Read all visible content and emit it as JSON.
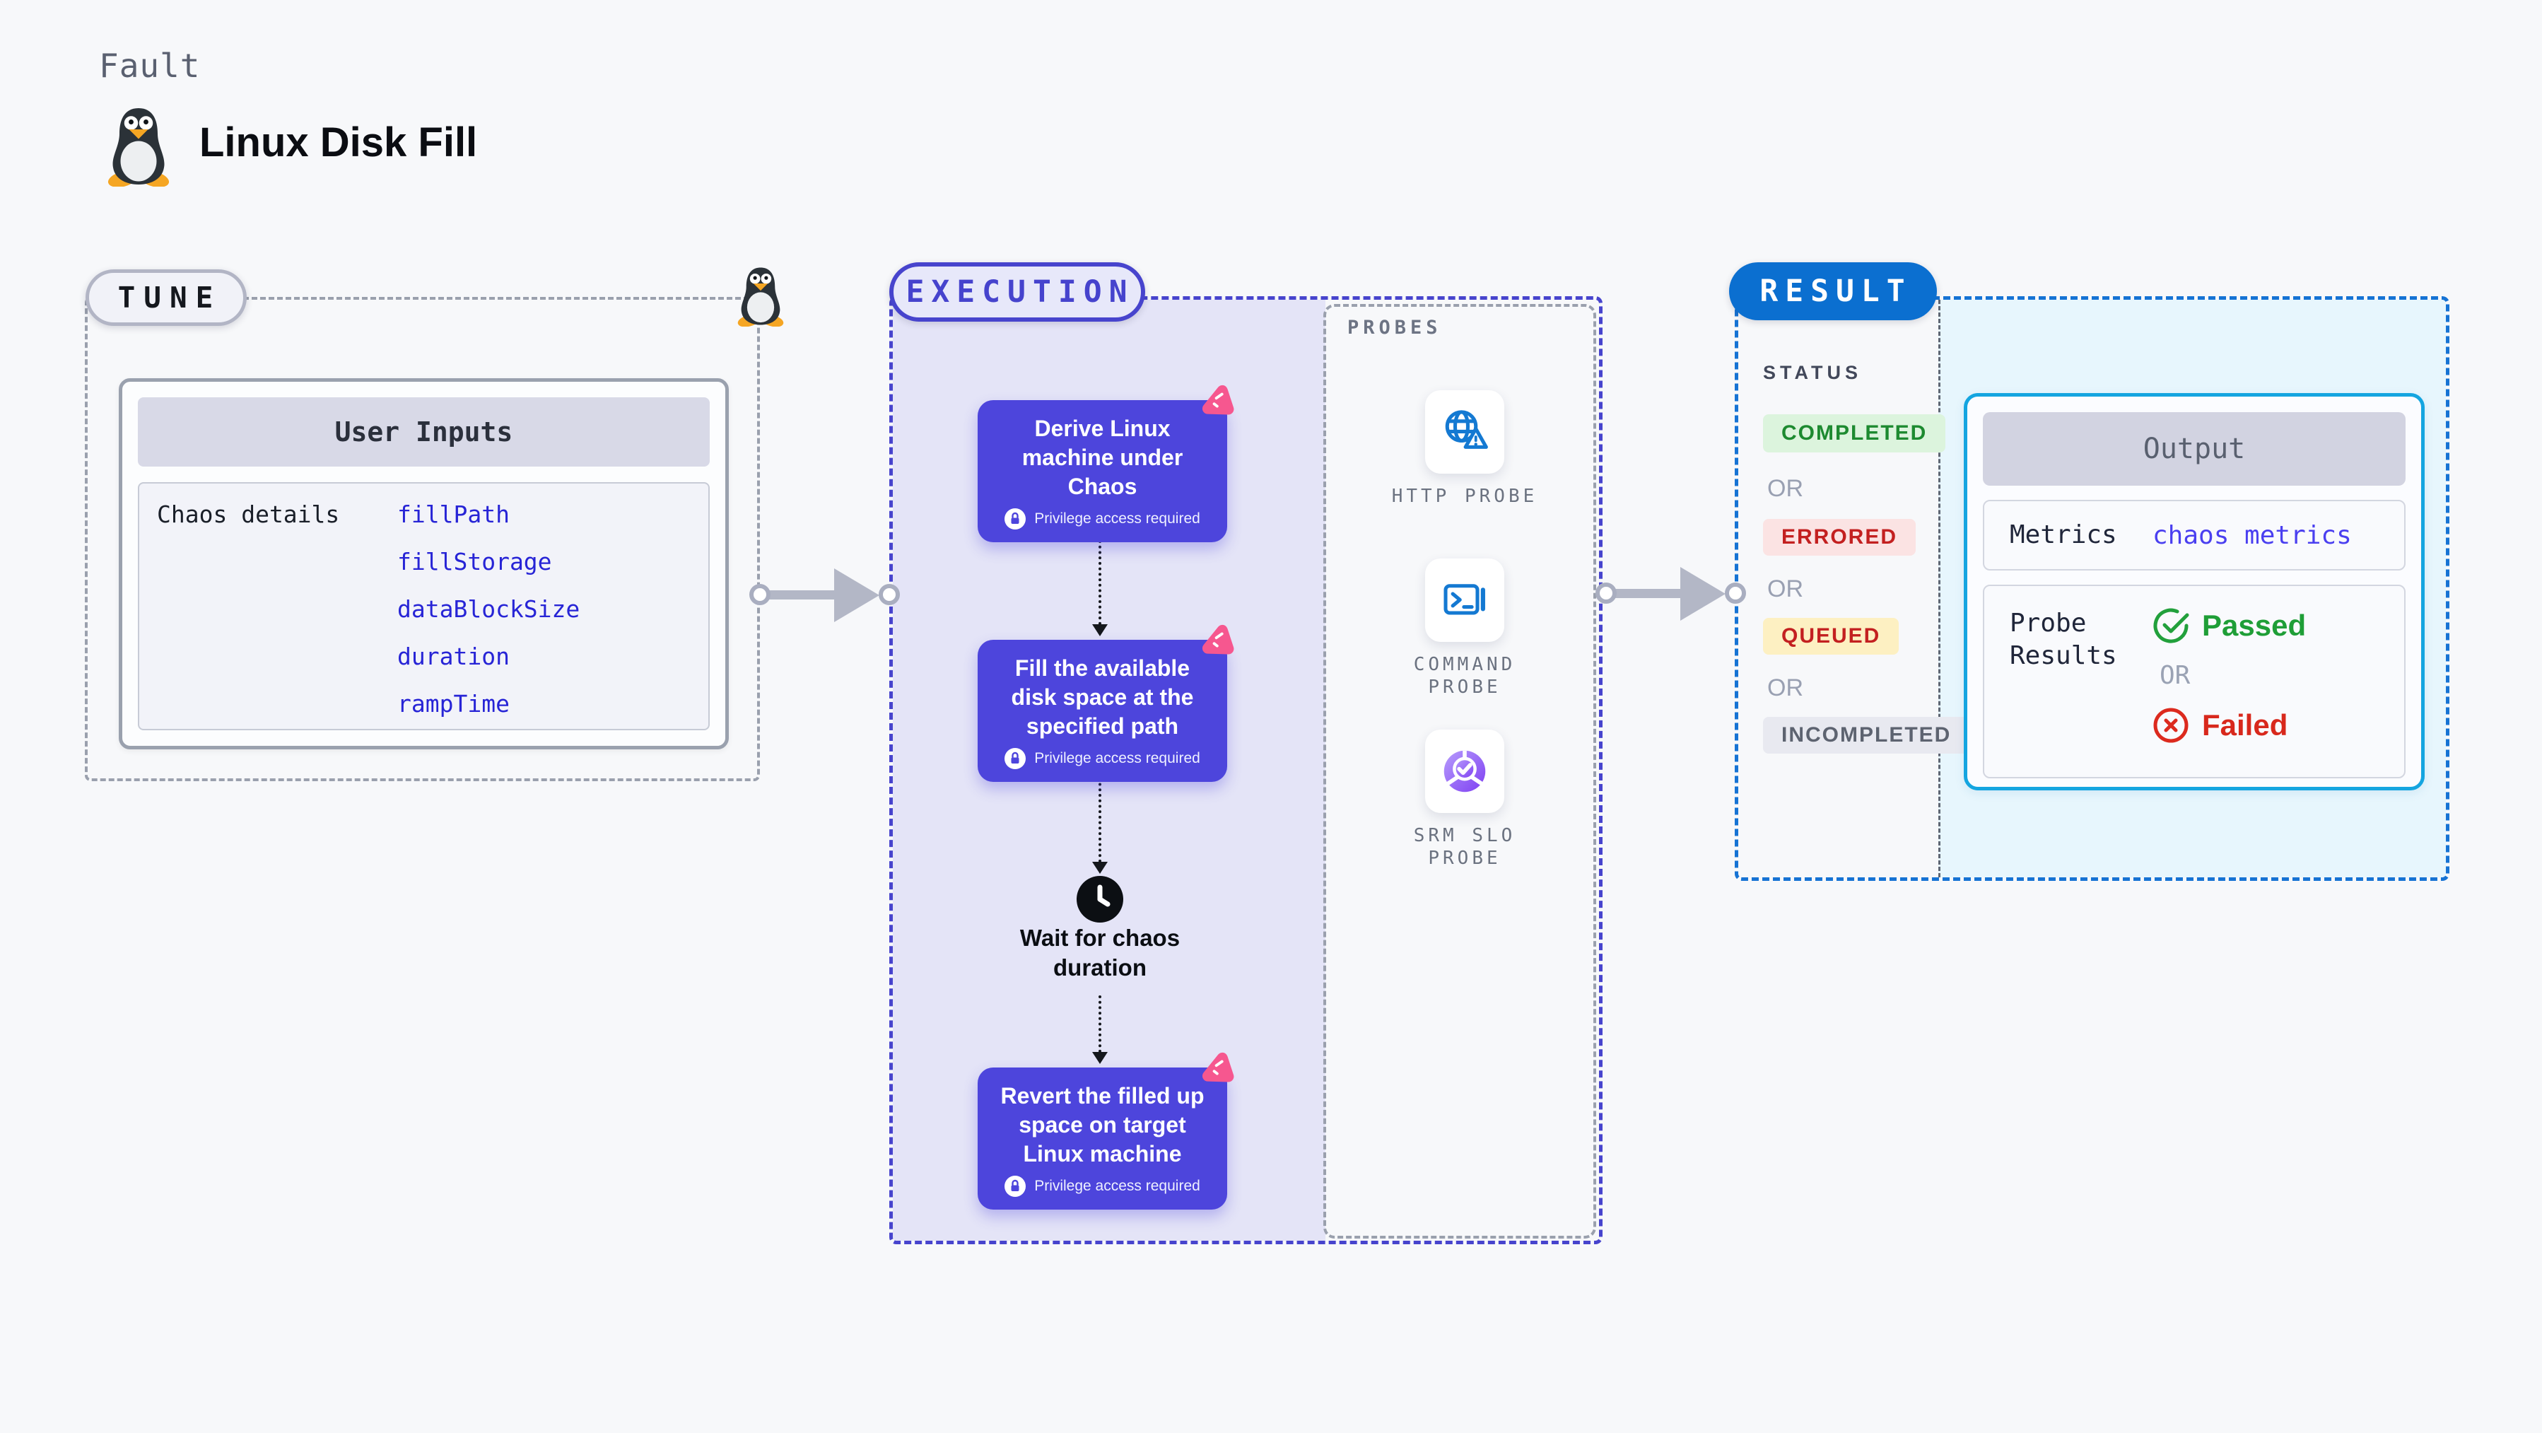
{
  "page": {
    "kicker": "Fault",
    "title": "Linux Disk Fill"
  },
  "tune": {
    "label": "TUNE",
    "table": {
      "header": "User Inputs",
      "row_label": "Chaos details",
      "params": [
        "fillPath",
        "fillStorage",
        "dataBlockSize",
        "duration",
        "rampTime"
      ]
    }
  },
  "execution": {
    "label": "EXECUTION",
    "steps": [
      {
        "title": "Derive Linux machine under Chaos",
        "note": "Privilege access required"
      },
      {
        "title": "Fill the available disk space at the specified path",
        "note": "Privilege access required"
      },
      {
        "title": "Revert the filled up space on target Linux machine",
        "note": "Privilege access required"
      }
    ],
    "wait_step": "Wait for chaos duration",
    "probes": {
      "label": "PROBES",
      "items": [
        {
          "label": "HTTP PROBE",
          "icon": "globe-warning-icon"
        },
        {
          "label": "COMMAND PROBE",
          "icon": "terminal-icon"
        },
        {
          "label": "SRM SLO PROBE",
          "icon": "slo-donut-check-icon"
        }
      ]
    }
  },
  "result": {
    "label": "RESULT",
    "status": {
      "label": "STATUS",
      "or": "OR",
      "states": [
        {
          "text": "COMPLETED",
          "color": "#1d8a30",
          "bg": "#dcf4dd"
        },
        {
          "text": "ERRORED",
          "color": "#c32020",
          "bg": "#fbe3e3"
        },
        {
          "text": "QUEUED",
          "color": "#c32020",
          "bg": "#fdf0c2"
        },
        {
          "text": "INCOMPLETED",
          "color": "#5d6370",
          "bg": "#e8e9f0"
        }
      ]
    },
    "output": {
      "header": "Output",
      "metrics_label": "Metrics",
      "metrics_value": "chaos metrics",
      "probe_label": "Probe Results",
      "passed": "Passed",
      "or": "OR",
      "failed": "Failed"
    }
  },
  "colors": {
    "page_bg": "#f7f8fa",
    "tune_border": "#9aa0ad",
    "execution_accent": "#4744cd",
    "execution_fill": "#e4e4f7",
    "step_card": "#4d45dc",
    "chaos_badge_pink": "#f6578f",
    "probe_icon_blue": "#1479d2",
    "probe_icon_purple": "#7e3ff2",
    "result_accent": "#1673d4",
    "result_pill": "#0b6fd0",
    "result_fill": "#e7f6fd",
    "output_border": "#14a5e0",
    "link_blue": "#2724d6",
    "passed_green": "#1f9e37",
    "failed_red": "#d8281c"
  }
}
